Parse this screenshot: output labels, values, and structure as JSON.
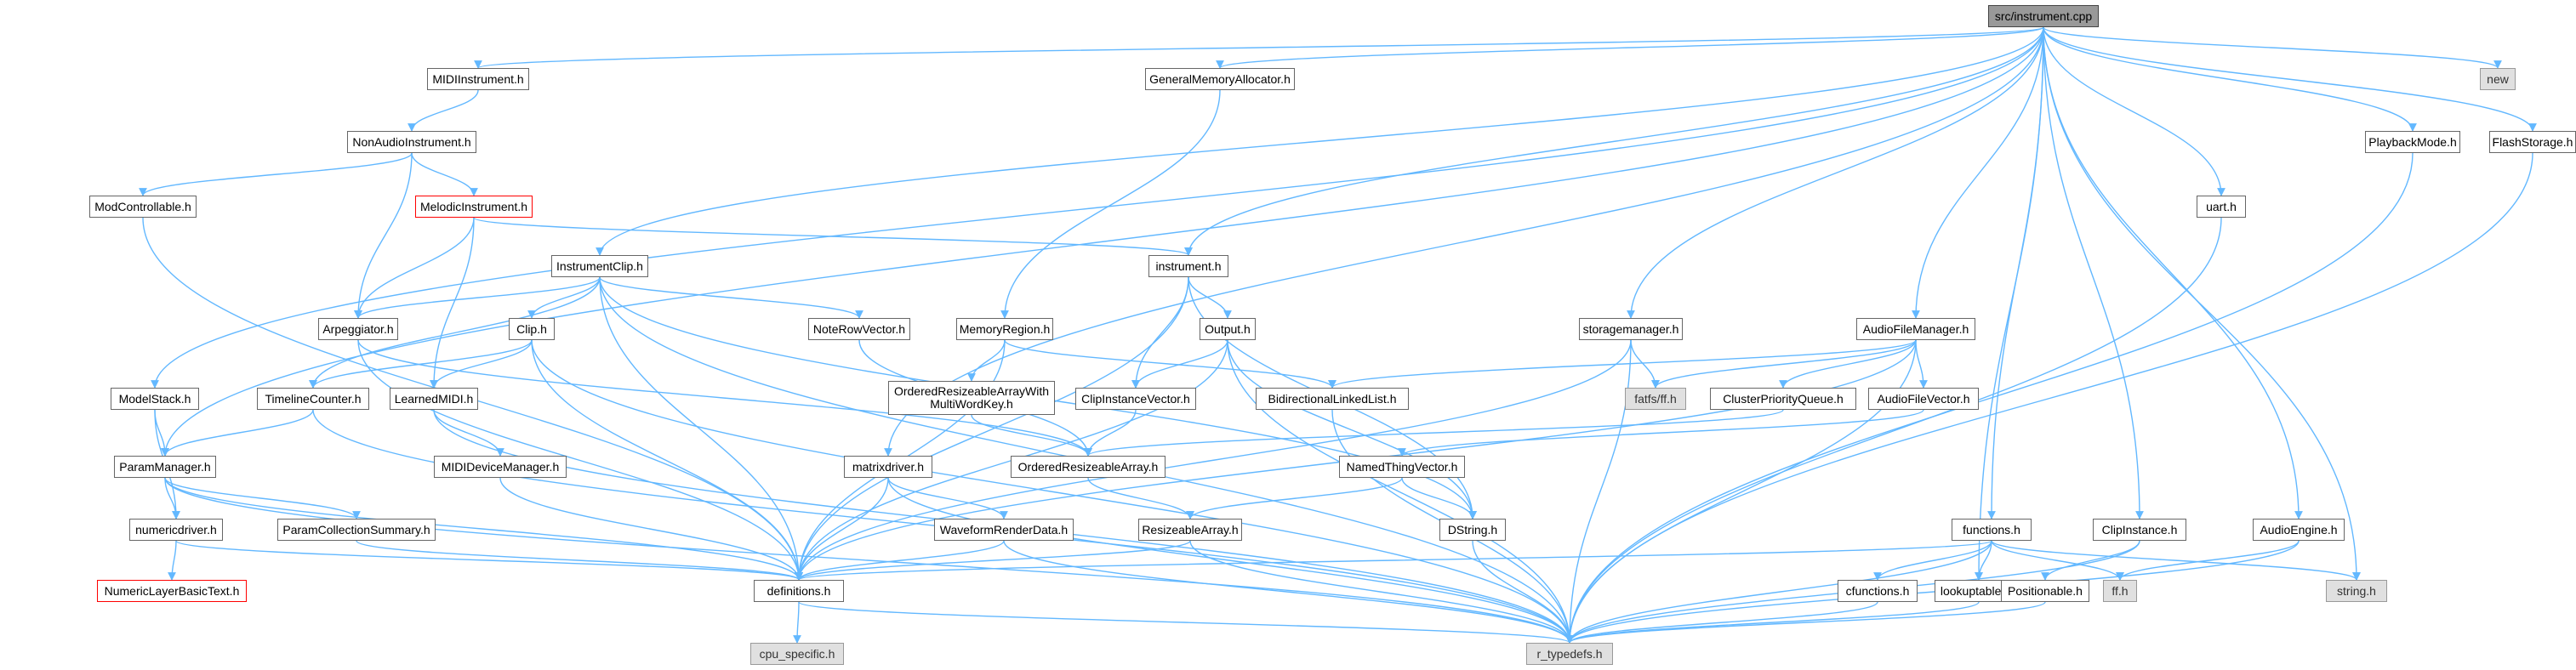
{
  "graph": {
    "edge_color": "#63b8ff",
    "nodes": {
      "root": "src/instrument.cpp",
      "new_h": "new",
      "midi_instrument": "MIDIInstrument.h",
      "general_memory_allocator": "GeneralMemoryAllocator.h",
      "non_audio_instrument": "NonAudioInstrument.h",
      "mod_controllable": "ModControllable.h",
      "melodic_instrument": "MelodicInstrument.h",
      "instrument_clip": "InstrumentClip.h",
      "instrument_h": "instrument.h",
      "arpeggiator": "Arpeggiator.h",
      "clip_h": "Clip.h",
      "note_row_vector": "NoteRowVector.h",
      "memory_region": "MemoryRegion.h",
      "output_h": "Output.h",
      "model_stack": "ModelStack.h",
      "timeline_counter": "TimelineCounter.h",
      "learned_midi": "LearnedMIDI.h",
      "ordered_resizeable_multiword": "OrderedResizeableArrayWith MultiWordKey.h",
      "clip_instance_vector": "ClipInstanceVector.h",
      "bidirectional_linked_list": "BidirectionalLinkedList.h",
      "storagemanager": "storagemanager.h",
      "fatfs": "fatfs/ff.h",
      "audio_file_manager": "AudioFileManager.h",
      "cluster_priority_queue": "ClusterPriorityQueue.h",
      "audio_file_vector": "AudioFileVector.h",
      "param_manager": "ParamManager.h",
      "midi_device_manager": "MIDIDeviceManager.h",
      "ordered_resizeable_array": "OrderedResizeableArray.h",
      "matrixdriver": "matrixdriver.h",
      "named_thing_vector": "NamedThingVector.h",
      "param_collection_summary": "ParamCollectionSummary.h",
      "numericdriver": "numericdriver.h",
      "waveform_render_data": "WaveformRenderData.h",
      "resizeable_array": "ResizeableArray.h",
      "dstring": "DString.h",
      "numeric_layer_basic_text": "NumericLayerBasicText.h",
      "definitions": "definitions.h",
      "functions_h": "functions.h",
      "cfunctions": "cfunctions.h",
      "lookuptables": "lookuptables.h",
      "ff_h": "ff.h",
      "clip_instance": "ClipInstance.h",
      "positionable": "Positionable.h",
      "audio_engine": "AudioEngine.h",
      "string_h": "string.h",
      "uart_h": "uart.h",
      "playback_mode": "PlaybackMode.h",
      "flash_storage": "FlashStorage.h",
      "cpu_specific": "cpu_specific.h",
      "r_typedefs": "r_typedefs.h"
    }
  }
}
